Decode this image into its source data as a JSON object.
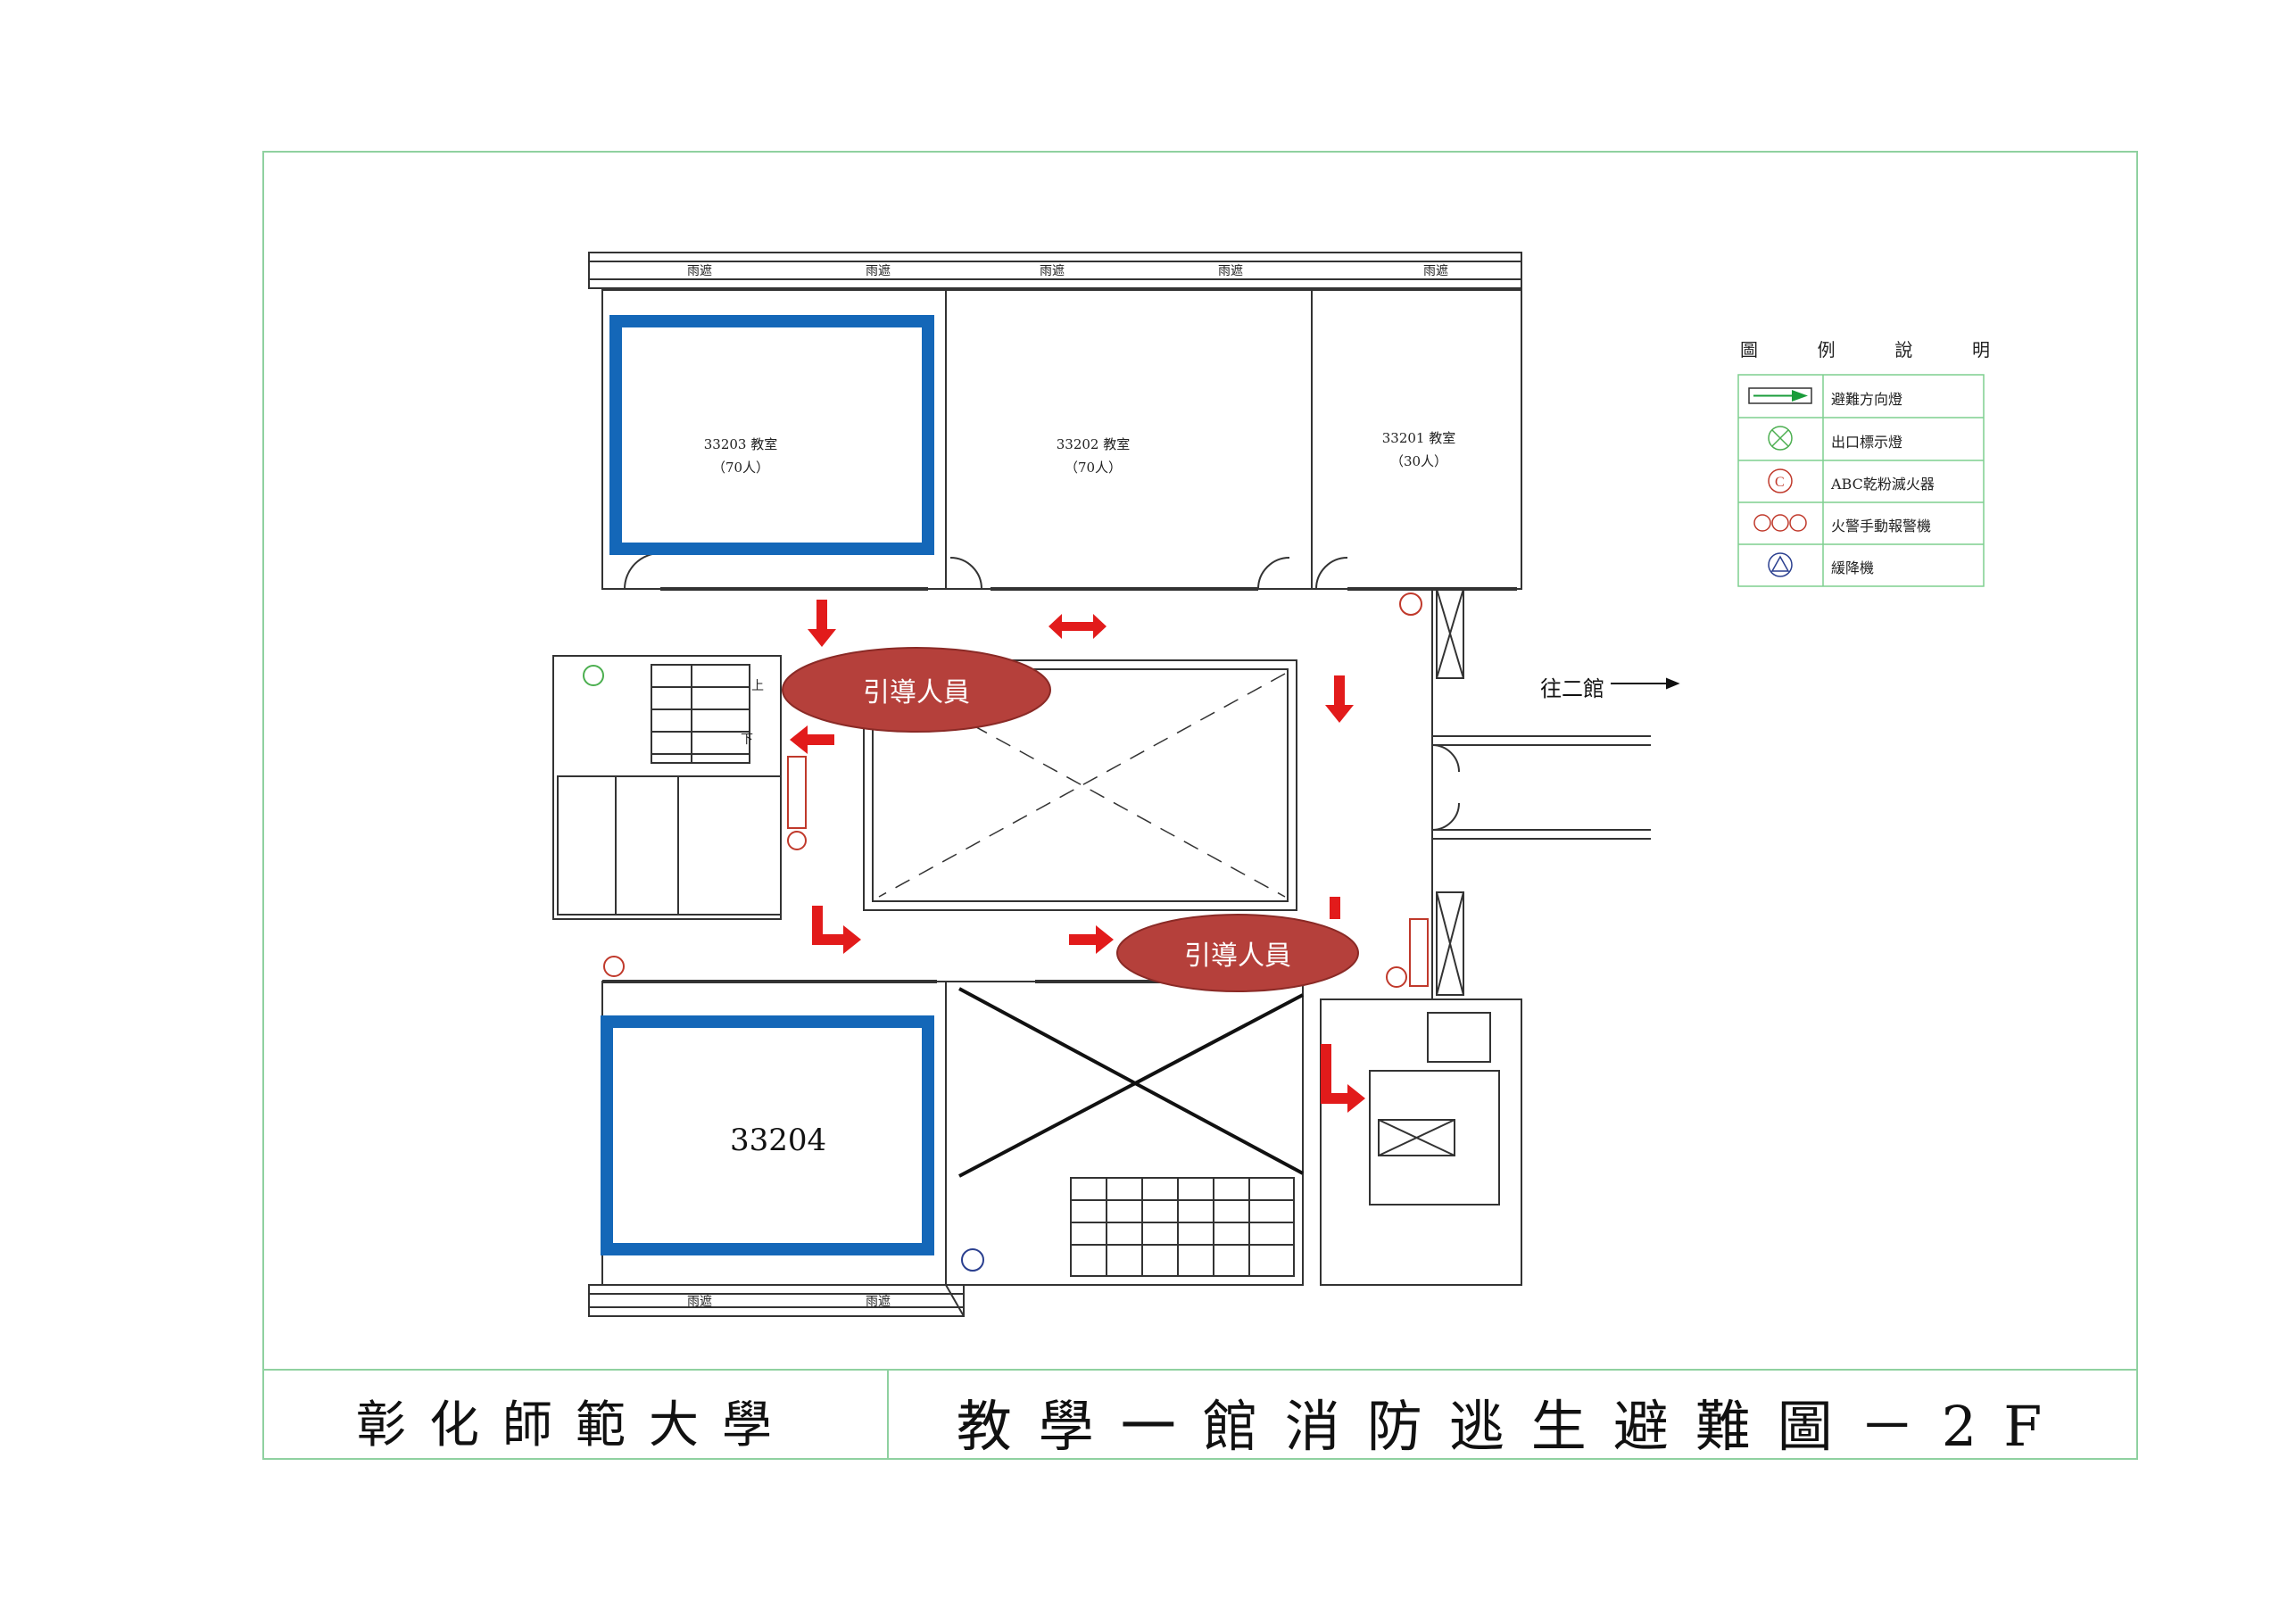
{
  "title": {
    "school": "彰化師範大學",
    "plan": "教學一館消防逃生避難圖－2F"
  },
  "rooms": {
    "r33203": {
      "number": "33203 教室",
      "capacity": "（70人）"
    },
    "r33202": {
      "number": "33202 教室",
      "capacity": "（70人）"
    },
    "r33201": {
      "number": "33201 教室",
      "capacity": "（30人）"
    },
    "r33204": {
      "number": "33204"
    }
  },
  "guides": [
    "引導人員",
    "引導人員"
  ],
  "to_building": "往二館",
  "stairs": {
    "up": "上",
    "down": "下"
  },
  "window_label": "雨遮",
  "legend": {
    "title_chars": [
      "圖",
      "例",
      "說",
      "明"
    ],
    "items": [
      {
        "icon": "evacuation-direction-light-icon",
        "label": "避難方向燈"
      },
      {
        "icon": "exit-sign-icon",
        "label": "出口標示燈"
      },
      {
        "icon": "extinguisher-icon",
        "label": "ABC乾粉滅火器"
      },
      {
        "icon": "fire-alarm-icon",
        "label": "火警手動報警機"
      },
      {
        "icon": "descender-icon",
        "label": "緩降機"
      }
    ]
  },
  "colors": {
    "border": "#8fd1a0",
    "highlight": "#1467b8",
    "arrow": "#e21b1b",
    "guide": "#b5403b",
    "green_icon": "#1a9c3a"
  }
}
